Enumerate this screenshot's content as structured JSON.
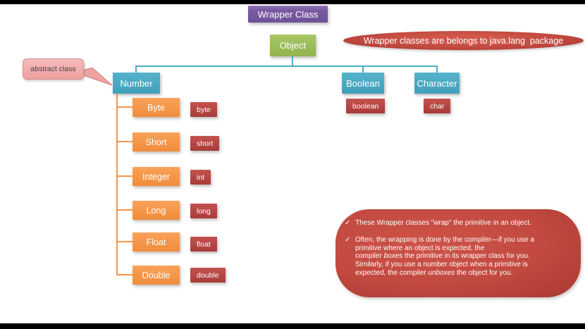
{
  "title_box": {
    "label": "Wrapper Class"
  },
  "object_box": {
    "label": "Object"
  },
  "note_ellipse": {
    "text": "Wrapper classes are belongs to java.lang  package"
  },
  "callout": {
    "text": "abstract class"
  },
  "tree": {
    "number": {
      "label": "Number"
    },
    "boolean": {
      "label": "Boolean",
      "primitive": "boolean"
    },
    "character": {
      "label": "Character",
      "primitive": "char"
    },
    "number_children": [
      {
        "label": "Byte",
        "primitive": "byte"
      },
      {
        "label": "Short",
        "primitive": "short"
      },
      {
        "label": "Integer",
        "primitive": "int"
      },
      {
        "label": "Long",
        "primitive": "long"
      },
      {
        "label": "Float",
        "primitive": "float"
      },
      {
        "label": "Double",
        "primitive": "double"
      }
    ]
  },
  "notes_panel": {
    "check_glyph": "✓",
    "bullets": [
      {
        "segments": [
          {
            "t": "These Wrapper classes \"wrap\" the primitive in an object."
          }
        ]
      },
      {
        "segments": [
          {
            "t": "Often, the wrapping is done by the compiler—if you use a\nprimitive where an object is expected, the\ncompiler "
          },
          {
            "t": "boxes",
            "i": true
          },
          {
            "t": " the primitive in its wrapper class for you.\nSimilarly, if you use a number object when a primitive is\nexpected, the compiler "
          },
          {
            "t": "unboxes",
            "i": true
          },
          {
            "t": " the object for you."
          }
        ]
      }
    ]
  },
  "colors": {
    "accent_purple": "#8064A2",
    "accent_green": "#9BBB59",
    "accent_teal": "#4BACC6",
    "accent_orange": "#F79646",
    "accent_red": "#C0504D",
    "callout_pink": "#F3ACAC",
    "letterbox": "#000000"
  }
}
